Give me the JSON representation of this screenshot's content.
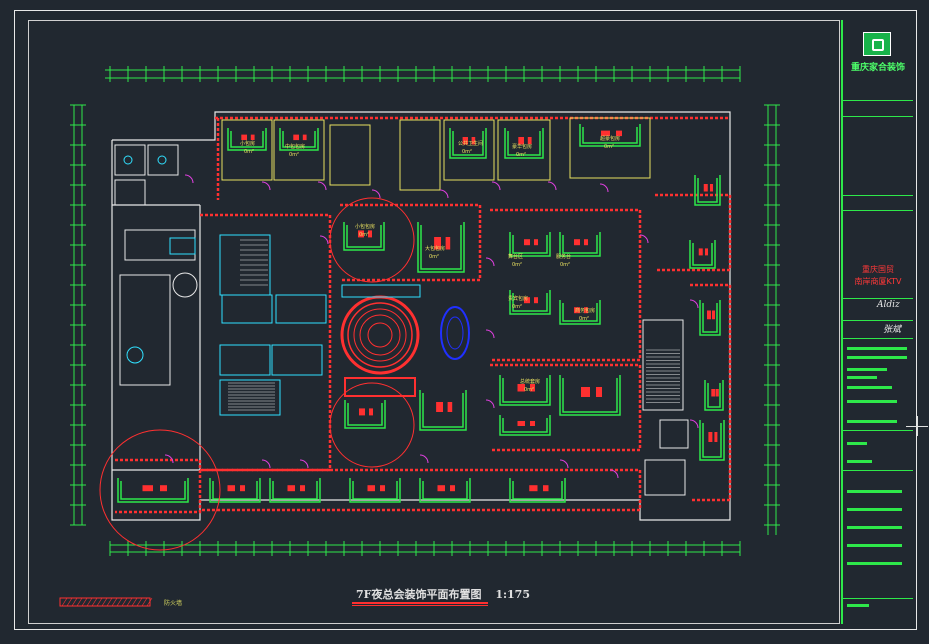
{
  "drawing": {
    "title": "7F夜总会装饰平面布置图",
    "scale": "1:175",
    "legend_label": "防火墙"
  },
  "title_block": {
    "company": "重庆家合装饰",
    "project_line1": "重庆国贸",
    "project_line2": "南岸商厦KTV",
    "signature1": "Aldiz",
    "signature2": "张斌"
  },
  "colors": {
    "background": "#212830",
    "wall": "#e8e8e8",
    "fire_wall": "#ff3030",
    "furniture": "#2ee84a",
    "dimension": "#2ee84a",
    "door": "#e040e0",
    "water": "#2030ff",
    "glass": "#30e0ff",
    "text": "#e8e060"
  },
  "rooms": [
    {
      "name": "小包房",
      "area": "0m²"
    },
    {
      "name": "中包包房",
      "area": "0m²"
    },
    {
      "name": "小包包房",
      "area": "0m²"
    },
    {
      "name": "大包包房",
      "area": "0m²"
    },
    {
      "name": "公共卫生间",
      "area": "0m²"
    },
    {
      "name": "豪华包房",
      "area": "0m²"
    },
    {
      "name": "超豪包房",
      "area": "0m²"
    },
    {
      "name": "舞台区",
      "area": "0m²"
    },
    {
      "name": "服务台",
      "area": "0m²"
    },
    {
      "name": "贵宾包房",
      "area": "0m²"
    },
    {
      "name": "商务包房",
      "area": "0m²"
    },
    {
      "name": "总统套房",
      "area": "0m²"
    }
  ]
}
